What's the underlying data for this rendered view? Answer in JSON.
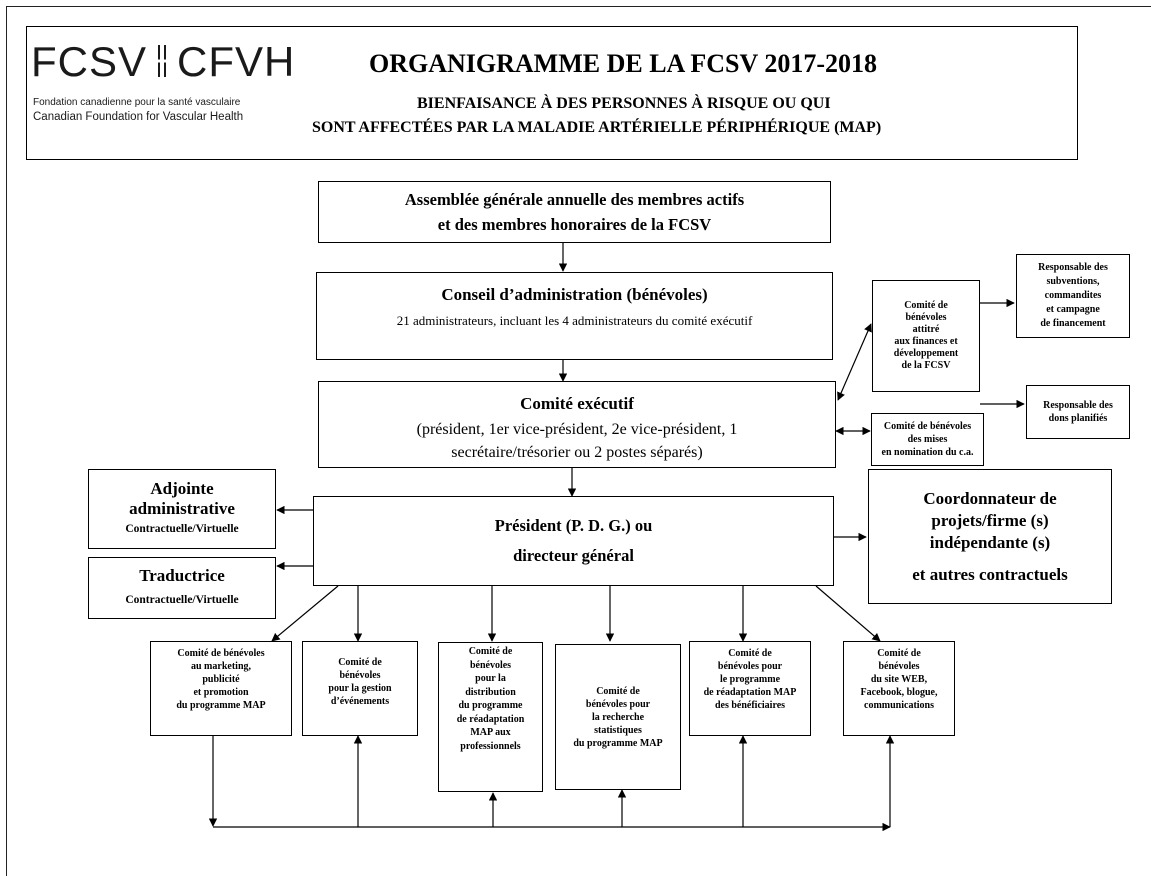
{
  "header": {
    "logo": {
      "left": "FCSV",
      "right": "CFVH",
      "line_fr": "Fondation canadienne pour la santé vasculaire",
      "line_en": "Canadian Foundation for Vascular Health"
    },
    "title": "ORGANIGRAMME DE LA FCSV 2017-2018",
    "subtitle_1": "BIENFAISANCE À DES PERSONNES À RISQUE OU QUI",
    "subtitle_2": "SONT AFFECTÉES PAR LA MALADIE ARTÉRIELLE PÉRIPHÉRIQUE (MAP)"
  },
  "nodes": {
    "assembly": {
      "line1": "Assemblée générale annuelle des membres actifs",
      "line2": "et des membres honoraires de la  FCSV"
    },
    "board": {
      "title": "Conseil d’administration (bénévoles)",
      "detail": "21 administrateurs, incluant les 4 administrateurs du comité exécutif"
    },
    "executive": {
      "title": "Comité exécutif",
      "detail1": "(président, 1er vice-président, 2e vice-président, 1",
      "detail2": "secrétaire/trésorier ou 2 postes séparés)"
    },
    "finance_committee": [
      "Comité de",
      "bénévoles",
      "attitré",
      "aux finances et",
      "développement",
      "de la FCSV"
    ],
    "grants": [
      "Responsable des",
      "subventions,",
      "commandites",
      "et campagne",
      "de financement"
    ],
    "planned_gifts": [
      "Responsable des",
      "dons planifiés"
    ],
    "nominations": [
      "Comité de bénévoles",
      "des mises",
      "en nomination du c.a."
    ],
    "president": {
      "line1": "Président  (P. D. G.) ou",
      "line2": "directeur général"
    },
    "admin_assistant": {
      "line1": "Adjointe",
      "line2": "administrative",
      "line3": "Contractuelle/Virtuelle"
    },
    "translator": {
      "line1": "Traductrice",
      "line2": "Contractuelle/Virtuelle"
    },
    "coordinator": {
      "line1": "Coordonnateur de",
      "line2": "projets/firme (s)",
      "line3": "indépendante (s)",
      "line4": "et autres contractuels"
    },
    "marketing": [
      "Comité de bénévoles",
      "au marketing,",
      "publicité",
      "et promotion",
      "du programme MAP"
    ],
    "events": [
      "Comité de",
      "bénévoles",
      "pour la gestion",
      "d’événements"
    ],
    "distribution": [
      "Comité de",
      "bénévoles",
      "pour  la",
      "distribution",
      "du  programme",
      "de réadaptation",
      "MAP aux",
      "professionnels"
    ],
    "research": [
      "Comité de",
      "bénévoles  pour",
      "la recherche",
      "statistiques",
      "du programme MAP"
    ],
    "rehab": [
      "Comité de",
      "bénévoles pour",
      "le programme",
      "de réadaptation MAP",
      "des bénéficiaires"
    ],
    "web": [
      "Comité de",
      "bénévoles",
      "du  site WEB,",
      "Facebook, blogue,",
      "communications"
    ]
  }
}
